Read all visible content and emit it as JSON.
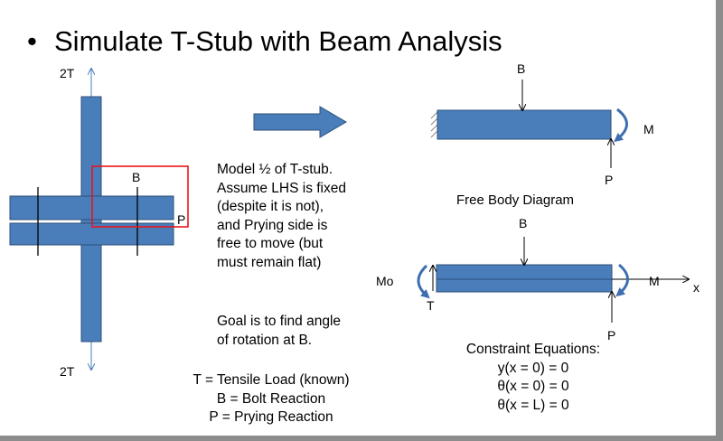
{
  "slide": {
    "bullet": "•",
    "title": "Simulate T-Stub with Beam Analysis"
  },
  "tstub": {
    "top_load": "2T",
    "bottom_load": "2T",
    "bolt": "B",
    "prying": "P"
  },
  "description": {
    "lines": [
      "Model ½ of T-stub.",
      "Assume LHS is fixed",
      "(despite it is not),",
      "and Prying side is",
      "free to move (but",
      "must remain flat)"
    ],
    "goal_lines": [
      "Goal is to find angle",
      "of rotation at B."
    ]
  },
  "definitions": [
    "T = Tensile Load (known)",
    "B = Bolt Reaction",
    "P = Prying Reaction"
  ],
  "fbd_top": {
    "b": "B",
    "m": "M",
    "p": "P",
    "caption": "Free Body Diagram"
  },
  "fbd_bottom": {
    "b": "B",
    "mo": "Mo",
    "t": "T",
    "m": "M",
    "x": "x",
    "p": "P"
  },
  "constraints": {
    "heading": "Constraint Equations:",
    "equations": [
      "y(x = 0) = 0",
      "θ(x = 0) = 0",
      "θ(x = L) = 0"
    ]
  },
  "colors": {
    "member_fill": "#4a7ebb",
    "member_stroke": "#2c4f7a",
    "highlight_box": "#e8151b"
  }
}
